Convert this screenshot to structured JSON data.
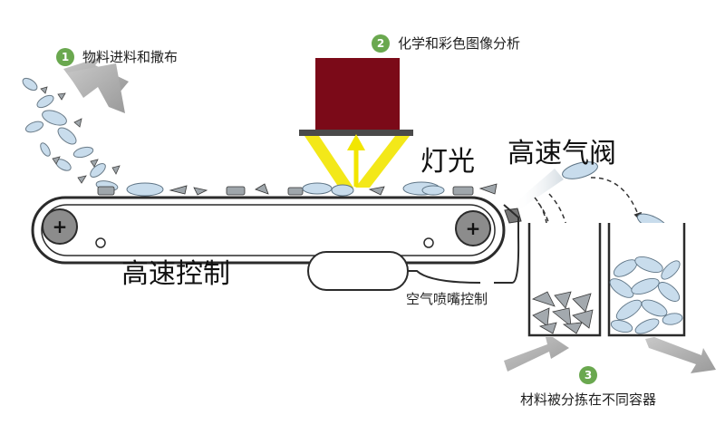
{
  "steps": [
    {
      "number": "1",
      "text": "物料进料和撒布"
    },
    {
      "number": "2",
      "text": "化学和彩色图像分析"
    },
    {
      "number": "3",
      "text": "材料被分拣在不同容器"
    }
  ],
  "labels": {
    "light": "灯光",
    "valve": "高速气阀",
    "speed_control": "高速控制",
    "nozzle_control": "空气喷嘴控制",
    "roller_symbol": "+"
  },
  "colors": {
    "badge": "#6aa84f",
    "camera": "#7b0a18",
    "light_beam": "#f2e600",
    "belt_stroke": "#2b2b2b",
    "arrow_gray": "#a9a9a9",
    "bottle": "#bcd6ea"
  }
}
